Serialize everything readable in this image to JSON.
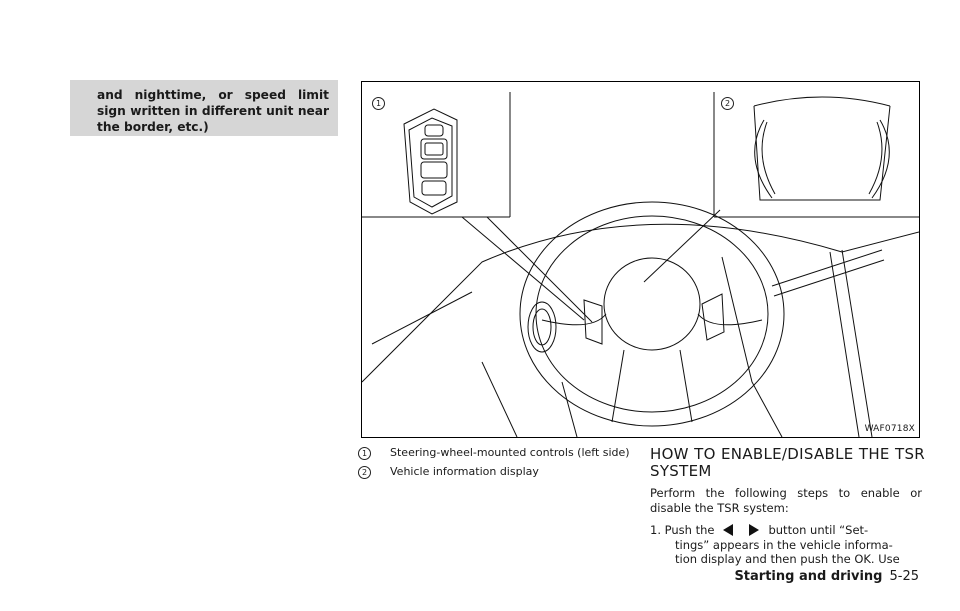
{
  "note": {
    "text": "and nighttime, or speed limit sign written in different unit near the border, etc.)"
  },
  "figure": {
    "code": "WAF0718X",
    "callout1": "1",
    "callout2": "2"
  },
  "captions": [
    {
      "number": "1",
      "text": "Steering-wheel-mounted controls (left side)"
    },
    {
      "number": "2",
      "text": "Vehicle information display"
    }
  ],
  "section": {
    "title": "HOW TO ENABLE/DISABLE THE TSR SYSTEM",
    "intro": "Perform the following steps to enable or disable the TSR system:",
    "step1": {
      "line1_start": "1.  Push the",
      "line1_end": "button until “Set-",
      "line2": "tings” appears in the vehicle informa-",
      "line3": "tion display and then push the OK. Use",
      "icons": [
        "left-arrow-icon",
        "right-arrow-icon"
      ]
    }
  },
  "footer": {
    "section": "Starting and driving",
    "page": "5-25"
  }
}
